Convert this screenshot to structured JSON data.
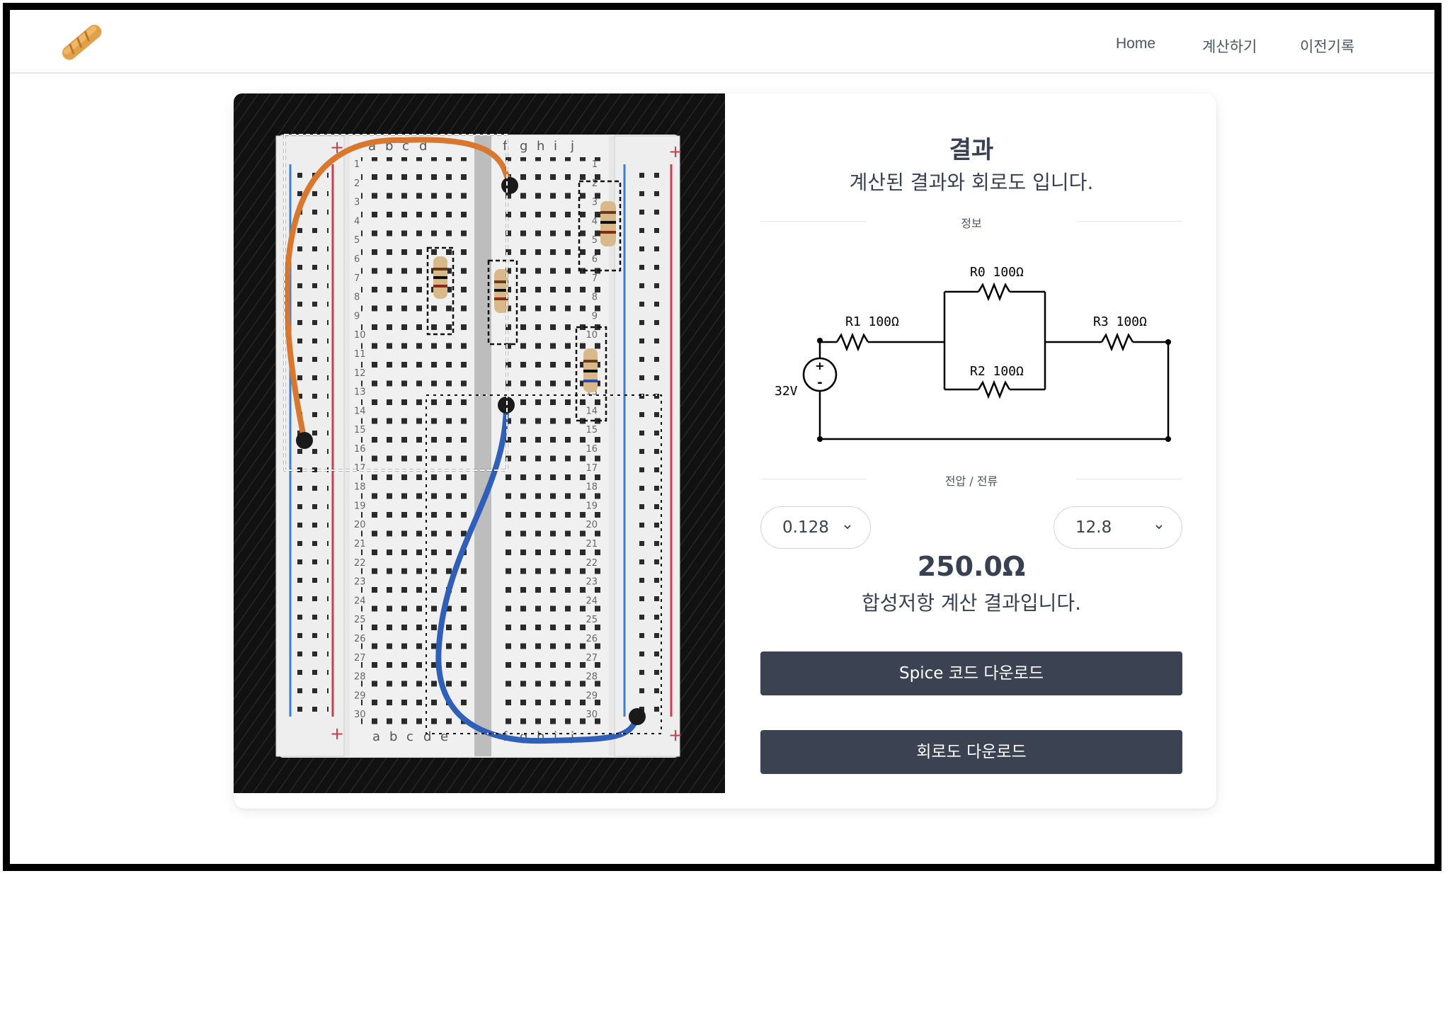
{
  "nav": {
    "logo": "bread-icon",
    "links": [
      "Home",
      "계산하기",
      "이전기록"
    ]
  },
  "result": {
    "title": "결과",
    "subtitle": "계산된 결과와 회로도 입니다.",
    "info_label": "정보",
    "vi_label": "전압 / 전류",
    "current_value": "0.128",
    "voltage_value": "12.8",
    "resistance": "250.0Ω",
    "resistance_desc": "합성저항 계산 결과입니다."
  },
  "circuit": {
    "source": "32V",
    "resistors": [
      {
        "label": "R0  100Ω"
      },
      {
        "label": "R1  100Ω"
      },
      {
        "label": "R2  100Ω"
      },
      {
        "label": "R3  100Ω"
      }
    ]
  },
  "breadboard": {
    "col_labels_top": [
      "a",
      "b",
      "c",
      "d",
      "f",
      "g",
      "h",
      "i",
      "j"
    ],
    "col_labels_bottom": [
      "a",
      "b",
      "c",
      "d",
      "e",
      "f",
      "g",
      "h",
      "i",
      "j"
    ],
    "row_numbers": [
      "1",
      "2",
      "3",
      "4",
      "5",
      "6",
      "7",
      "8",
      "9",
      "10",
      "11",
      "12",
      "13",
      "14",
      "15",
      "16",
      "17",
      "18",
      "19",
      "20",
      "21",
      "22",
      "23",
      "24",
      "25",
      "26",
      "27",
      "28",
      "29",
      "30"
    ],
    "wire_colors": {
      "orange": "#d9772e",
      "blue": "#2f5fb8"
    }
  },
  "buttons": {
    "spice": "Spice 코드 다운로드",
    "diagram": "회로도 다운로드"
  }
}
